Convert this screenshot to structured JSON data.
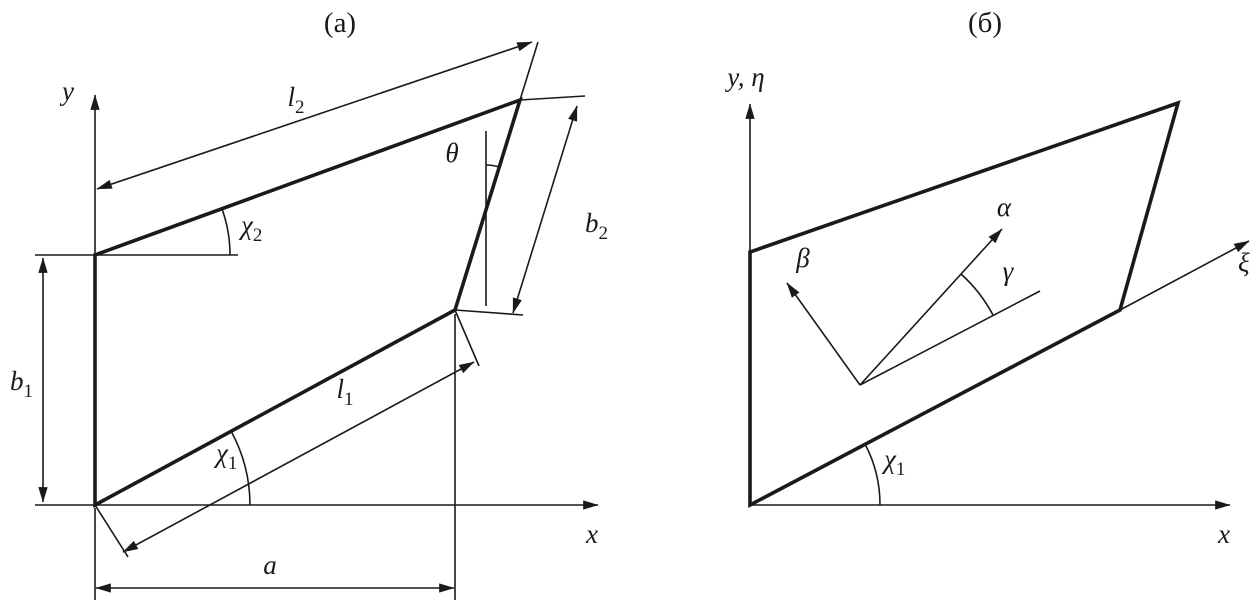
{
  "figure": {
    "ink_color": "#1a1a1a",
    "background_color": "#ffffff",
    "panel_a": {
      "caption": "(а)",
      "y_axis_label": "y",
      "x_axis_label": "x",
      "dim_l2": {
        "base": "l",
        "sub": "2"
      },
      "angle_chi2": {
        "base": "χ",
        "sub": "2"
      },
      "angle_theta": "θ",
      "dim_b2": {
        "base": "b",
        "sub": "2"
      },
      "dim_b1": {
        "base": "b",
        "sub": "1"
      },
      "dim_l1": {
        "base": "l",
        "sub": "1"
      },
      "angle_chi1": {
        "base": "χ",
        "sub": "1"
      },
      "dim_a": "a"
    },
    "panel_b": {
      "caption": "(б)",
      "y_axis_label": "y, η",
      "x_axis_label": "x",
      "xi_axis_label": "ξ",
      "vector_alpha": "α",
      "vector_beta": "β",
      "angle_gamma": "γ",
      "angle_chi1": {
        "base": "χ",
        "sub": "1"
      }
    }
  }
}
